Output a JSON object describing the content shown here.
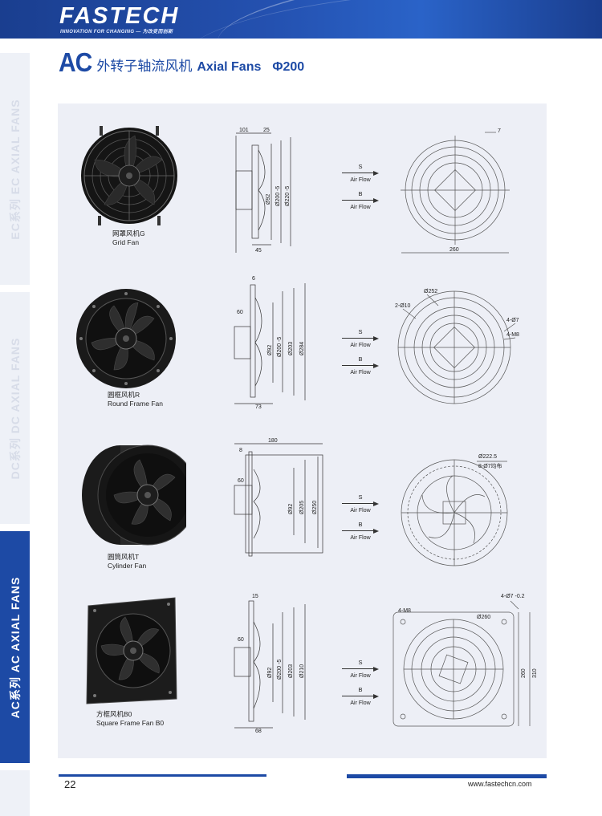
{
  "header": {
    "brand": "FASTECH",
    "tagline": "INNOVATION FOR CHANGING — 为改变而创新"
  },
  "side_tabs": [
    {
      "label": "EC系列  EC AXIAL FANS",
      "active": false
    },
    {
      "label": "DC系列  DC  AXIAL FANS",
      "active": false
    },
    {
      "label": "AC系列  AC  AXIAL FANS",
      "active": true
    },
    {
      "label": "",
      "active": false
    }
  ],
  "title": {
    "ac": "AC",
    "cn": "外转子轴流风机",
    "en": "Axial Fans",
    "diameter": "Φ200"
  },
  "flow": {
    "s": "S",
    "b": "B",
    "air_flow": "Air Flow"
  },
  "fans": [
    {
      "caption_cn": "网罩风机G",
      "caption_en": "Grid Fan",
      "side_dims": [
        "101",
        "25",
        "Ø92",
        "Ø200 -5",
        "Ø220 -5",
        "45"
      ],
      "front_dims": [
        "7",
        "260"
      ]
    },
    {
      "caption_cn": "圆框风机R",
      "caption_en": "Round Frame Fan",
      "side_dims": [
        "6",
        "60",
        "Ø92",
        "Ø200 -5",
        "Ø203",
        "Ø284",
        "73"
      ],
      "front_dims": [
        "Ø252",
        "2-Ø10",
        "4-Ø7",
        "4-M8"
      ]
    },
    {
      "caption_cn": "圆筒风机T",
      "caption_en": "Cylinder Fan",
      "side_dims": [
        "180",
        "8",
        "60",
        "Ø92",
        "Ø205",
        "Ø250"
      ],
      "front_dims": [
        "Ø222.5",
        "8-Ø7均布"
      ]
    },
    {
      "caption_cn": "方框风机B0",
      "caption_en": "Square Frame Fan B0",
      "side_dims": [
        "15",
        "60",
        "Ø92",
        "Ø200 -5",
        "Ø203",
        "Ø210",
        "68"
      ],
      "front_dims": [
        "4-Ø7 -0.2",
        "4-M8",
        "Ø260",
        "260",
        "310"
      ]
    }
  ],
  "footer": {
    "page_number": "22",
    "website": "www.fastechcn.com"
  }
}
